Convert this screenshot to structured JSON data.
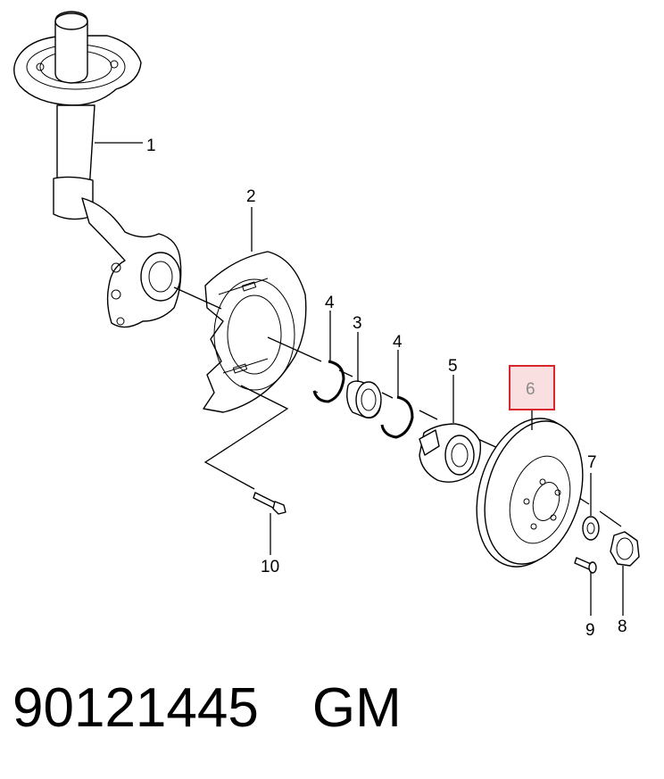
{
  "callouts": {
    "c1": "1",
    "c2": "2",
    "c3": "3",
    "c4a": "4",
    "c4b": "4",
    "c5": "5",
    "c6": "6",
    "c7": "7",
    "c8": "8",
    "c9": "9",
    "c10": "10"
  },
  "highlight": {
    "part": "6",
    "color": "#d9262e",
    "fill": "#f9dfe0"
  },
  "footer": {
    "part_number": "90121445",
    "brand": "GM"
  }
}
